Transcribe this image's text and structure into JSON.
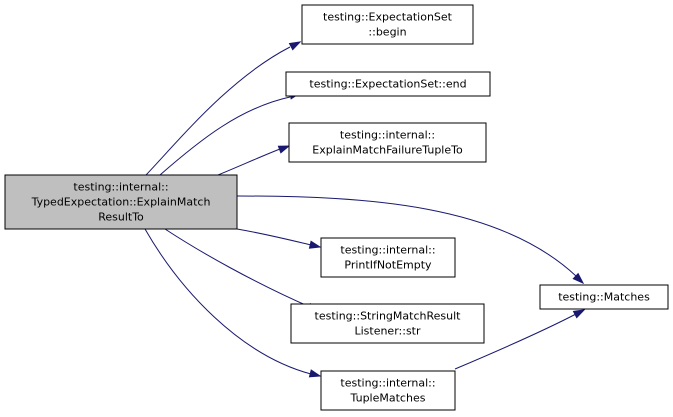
{
  "diagram": {
    "type": "call-graph",
    "colors": {
      "edge": "#191970",
      "node_fill": "#ffffff",
      "root_fill": "#bfbfbf",
      "node_border": "#000000"
    },
    "nodes": {
      "root": {
        "lines": [
          "testing::internal::",
          "TypedExpectation::ExplainMatch",
          "ResultTo"
        ],
        "highlight": true
      },
      "begin": {
        "lines": [
          "testing::ExpectationSet",
          "::begin"
        ]
      },
      "end": {
        "lines": [
          "testing::ExpectationSet::end"
        ]
      },
      "explain": {
        "lines": [
          "testing::internal::",
          "ExplainMatchFailureTupleTo"
        ]
      },
      "printif": {
        "lines": [
          "testing::internal::",
          "PrintIfNotEmpty"
        ]
      },
      "strmatch": {
        "lines": [
          "testing::StringMatchResult",
          "Listener::str"
        ]
      },
      "tuple": {
        "lines": [
          "testing::internal::",
          "TupleMatches"
        ]
      },
      "matches": {
        "lines": [
          "testing::Matches"
        ]
      }
    },
    "edges": [
      {
        "from": "root",
        "to": "begin"
      },
      {
        "from": "root",
        "to": "end"
      },
      {
        "from": "root",
        "to": "explain"
      },
      {
        "from": "root",
        "to": "matches"
      },
      {
        "from": "root",
        "to": "printif"
      },
      {
        "from": "root",
        "to": "strmatch"
      },
      {
        "from": "root",
        "to": "tuple"
      },
      {
        "from": "tuple",
        "to": "matches"
      }
    ]
  }
}
